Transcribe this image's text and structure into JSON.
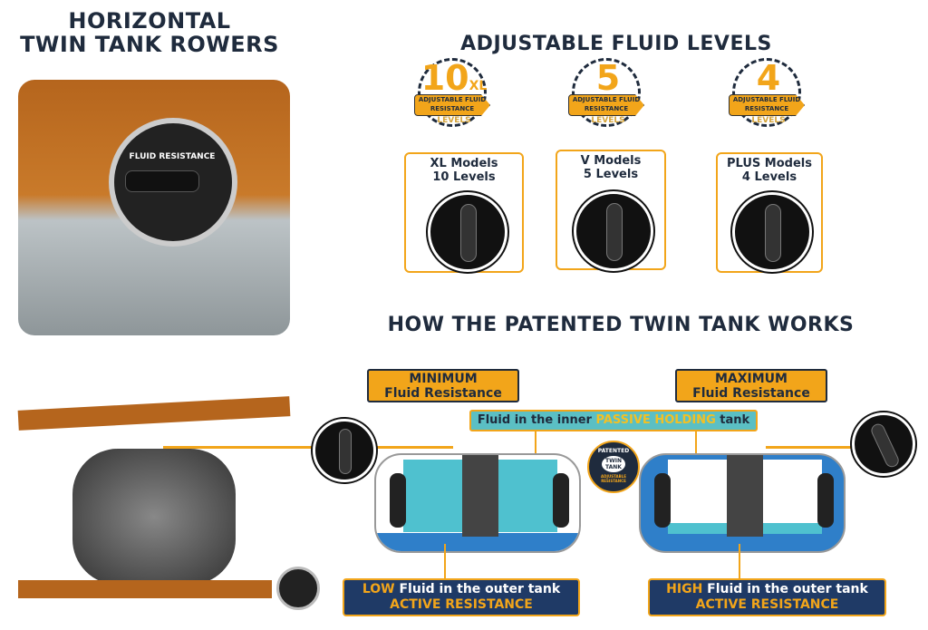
{
  "left_title": {
    "line1": "HORIZONTAL",
    "line2": "TWIN TANK ROWERS"
  },
  "photo_dial_label": "FLUID RESISTANCE",
  "levels_title": "ADJUSTABLE FLUID LEVELS",
  "badges": [
    {
      "number": "10",
      "suffix": "XL",
      "banner": "ADJUSTABLE FLUID RESISTANCE",
      "levels": "LEVELS"
    },
    {
      "number": "5",
      "suffix": "",
      "banner": "ADJUSTABLE FLUID RESISTANCE",
      "levels": "LEVELS"
    },
    {
      "number": "4",
      "suffix": "",
      "banner": "ADJUSTABLE FLUID RESISTANCE",
      "levels": "LEVELS"
    }
  ],
  "models": [
    {
      "name": "XL Models",
      "levels": "10 Levels"
    },
    {
      "name": "V Models",
      "levels": "5 Levels"
    },
    {
      "name": "PLUS Models",
      "levels": "4 Levels"
    }
  ],
  "dial_label": "FLUID RESISTANCE",
  "how_title": "HOW THE PATENTED TWIN TANK WORKS",
  "minimum": {
    "line1": "MINIMUM",
    "line2": "Fluid Resistance"
  },
  "maximum": {
    "line1": "MAXIMUM",
    "line2": "Fluid Resistance"
  },
  "inner": {
    "prefix": "Fluid in the inner ",
    "highlight": "PASSIVE HOLDING",
    "suffix": " tank"
  },
  "seal": {
    "top": "PATENTED",
    "center": "TWIN TANK",
    "bottom": "ADJUSTABLE RESISTANCE"
  },
  "low": {
    "highlight": "LOW",
    "text": " Fluid in the outer tank",
    "line2": "ACTIVE RESISTANCE"
  },
  "high": {
    "highlight": "HIGH",
    "text": " Fluid in the outer tank",
    "line2": "ACTIVE RESISTANCE"
  },
  "colors": {
    "navy": "#1f2b3d",
    "orange": "#f2a51a",
    "teal": "#5bbfc4",
    "water": "#2f7fc9"
  }
}
